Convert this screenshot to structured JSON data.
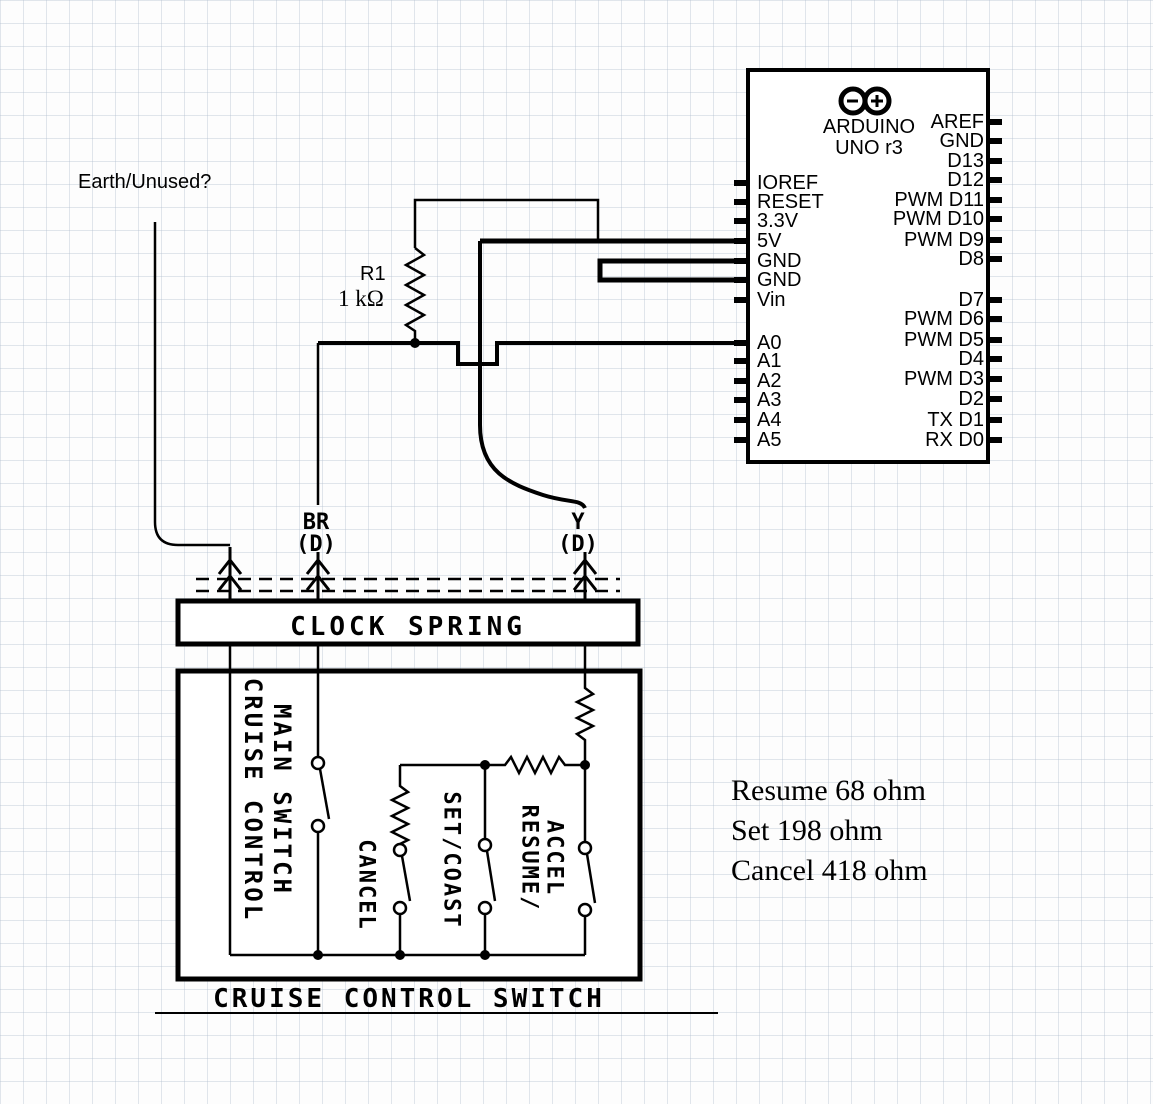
{
  "labels": {
    "earth": "Earth/Unused?",
    "r1_name": "R1",
    "r1_value": "1 kΩ",
    "br_line1": "BR",
    "br_line2": "(D)",
    "y_line1": "Y",
    "y_line2": "(D)",
    "clock_spring": "CLOCK SPRING",
    "cruise_switch_title": "CRUISE CONTROL SWITCH",
    "main_switch_line1": "CRUISE CONTROL",
    "main_switch_line2": "MAIN SWITCH",
    "cancel_switch": "CANCEL",
    "set_switch": "SET/COAST",
    "resume_switch_line1": "RESUME/",
    "resume_switch_line2": "ACCEL"
  },
  "arduino": {
    "name_line1": "ARDUINO",
    "name_line2": "UNO r3",
    "left_pins": [
      "IOREF",
      "RESET",
      "3.3V",
      "5V",
      "GND",
      "GND",
      "Vin",
      "A0",
      "A1",
      "A2",
      "A3",
      "A4",
      "A5"
    ],
    "right_pins": [
      "AREF",
      "GND",
      "D13",
      "D12",
      "PWM D11",
      "PWM D10",
      "PWM D9",
      "D8",
      "D7",
      "PWM D6",
      "PWM D5",
      "D4",
      "PWM D3",
      "D2",
      "TX D1",
      "RX D0"
    ]
  },
  "notes": {
    "resume": "Resume 68 ohm",
    "set": "Set 198 ohm",
    "cancel": "Cancel 418 ohm"
  },
  "colors": {
    "wire": "#000000",
    "background": "#ffffff",
    "grid": "#b0becd"
  }
}
